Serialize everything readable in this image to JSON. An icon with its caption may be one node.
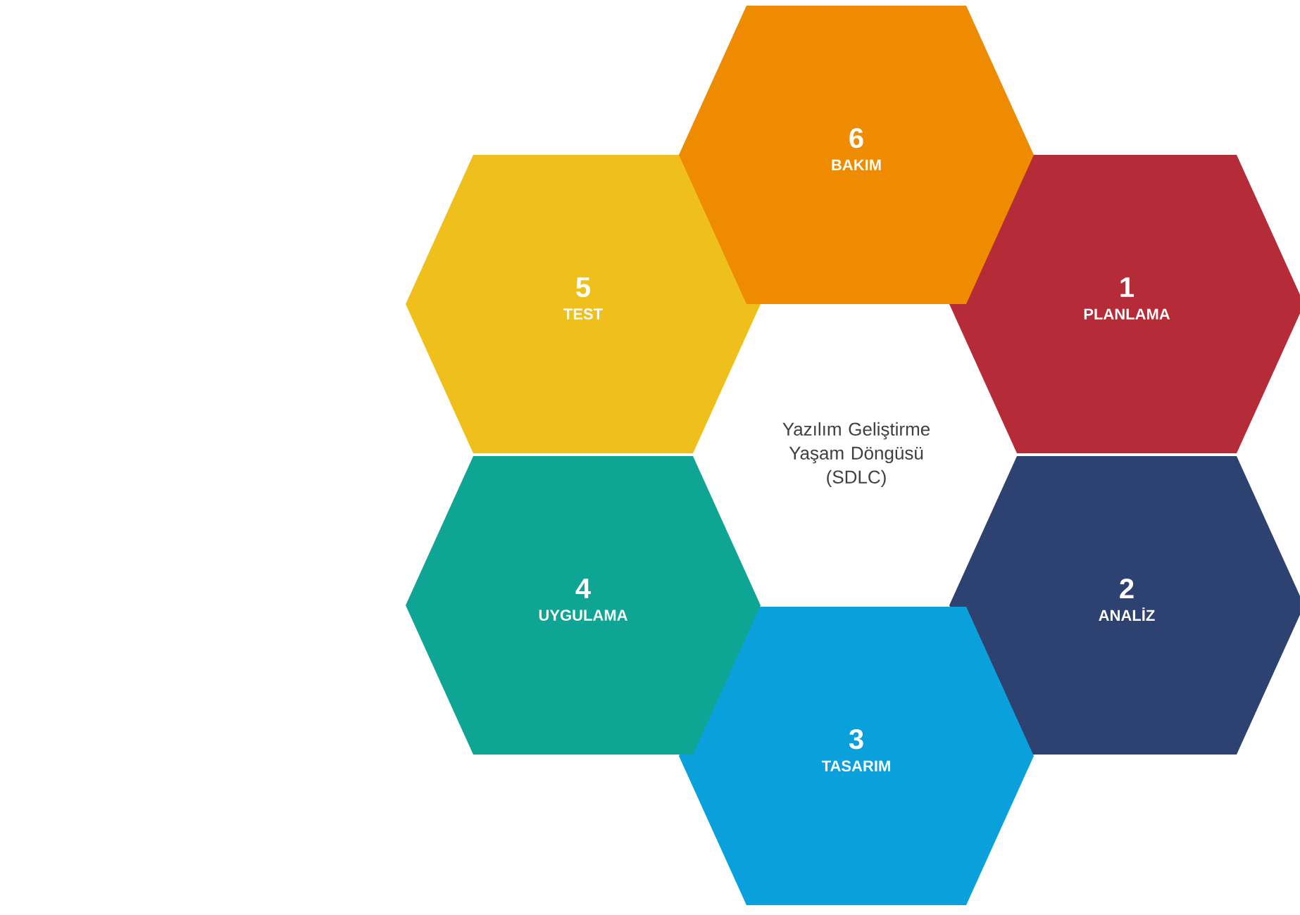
{
  "diagram": {
    "nodes": [
      {
        "text": [
          "1",
          "PLANLAMA"
        ]
      },
      {
        "text": [
          "2",
          "ANALİZ"
        ]
      },
      {
        "text": [
          "3",
          "TASARIM"
        ]
      },
      {
        "text": [
          "4",
          "UYGULAMA"
        ]
      },
      {
        "text": [
          "5",
          "TEST"
        ]
      },
      {
        "text": [
          "6",
          "BAKIM"
        ]
      }
    ],
    "labels": [
      "Yazılım Geliştirme Yaşam Döngüsü (SDLC)"
    ]
  }
}
